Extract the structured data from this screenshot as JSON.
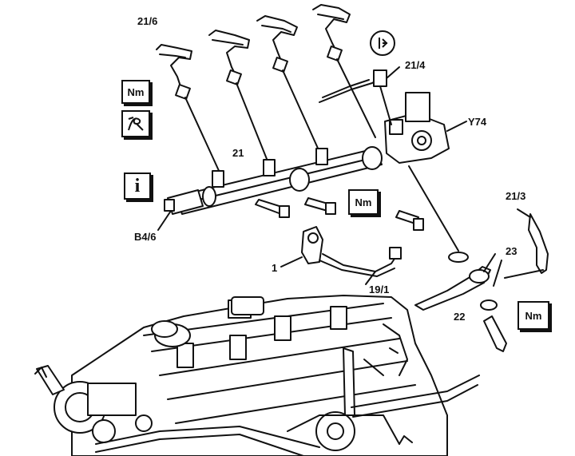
{
  "labels": {
    "l21_6": "21/6",
    "l21_4": "21/4",
    "y74": "Y74",
    "l21": "21",
    "b4_6": "B4/6",
    "l1": "1",
    "l19_1": "19/1",
    "l21_3": "21/3",
    "l23": "23",
    "l22": "22"
  },
  "symbols": {
    "nm_top": "Nm",
    "nm_mid": "Nm",
    "nm_right": "Nm",
    "info": "i"
  },
  "icons": {
    "torque_wrench": "torque-wrench-icon",
    "info": "info-icon",
    "special_tool": "special-tool-icon",
    "gasket": "gasket-replace-icon"
  }
}
